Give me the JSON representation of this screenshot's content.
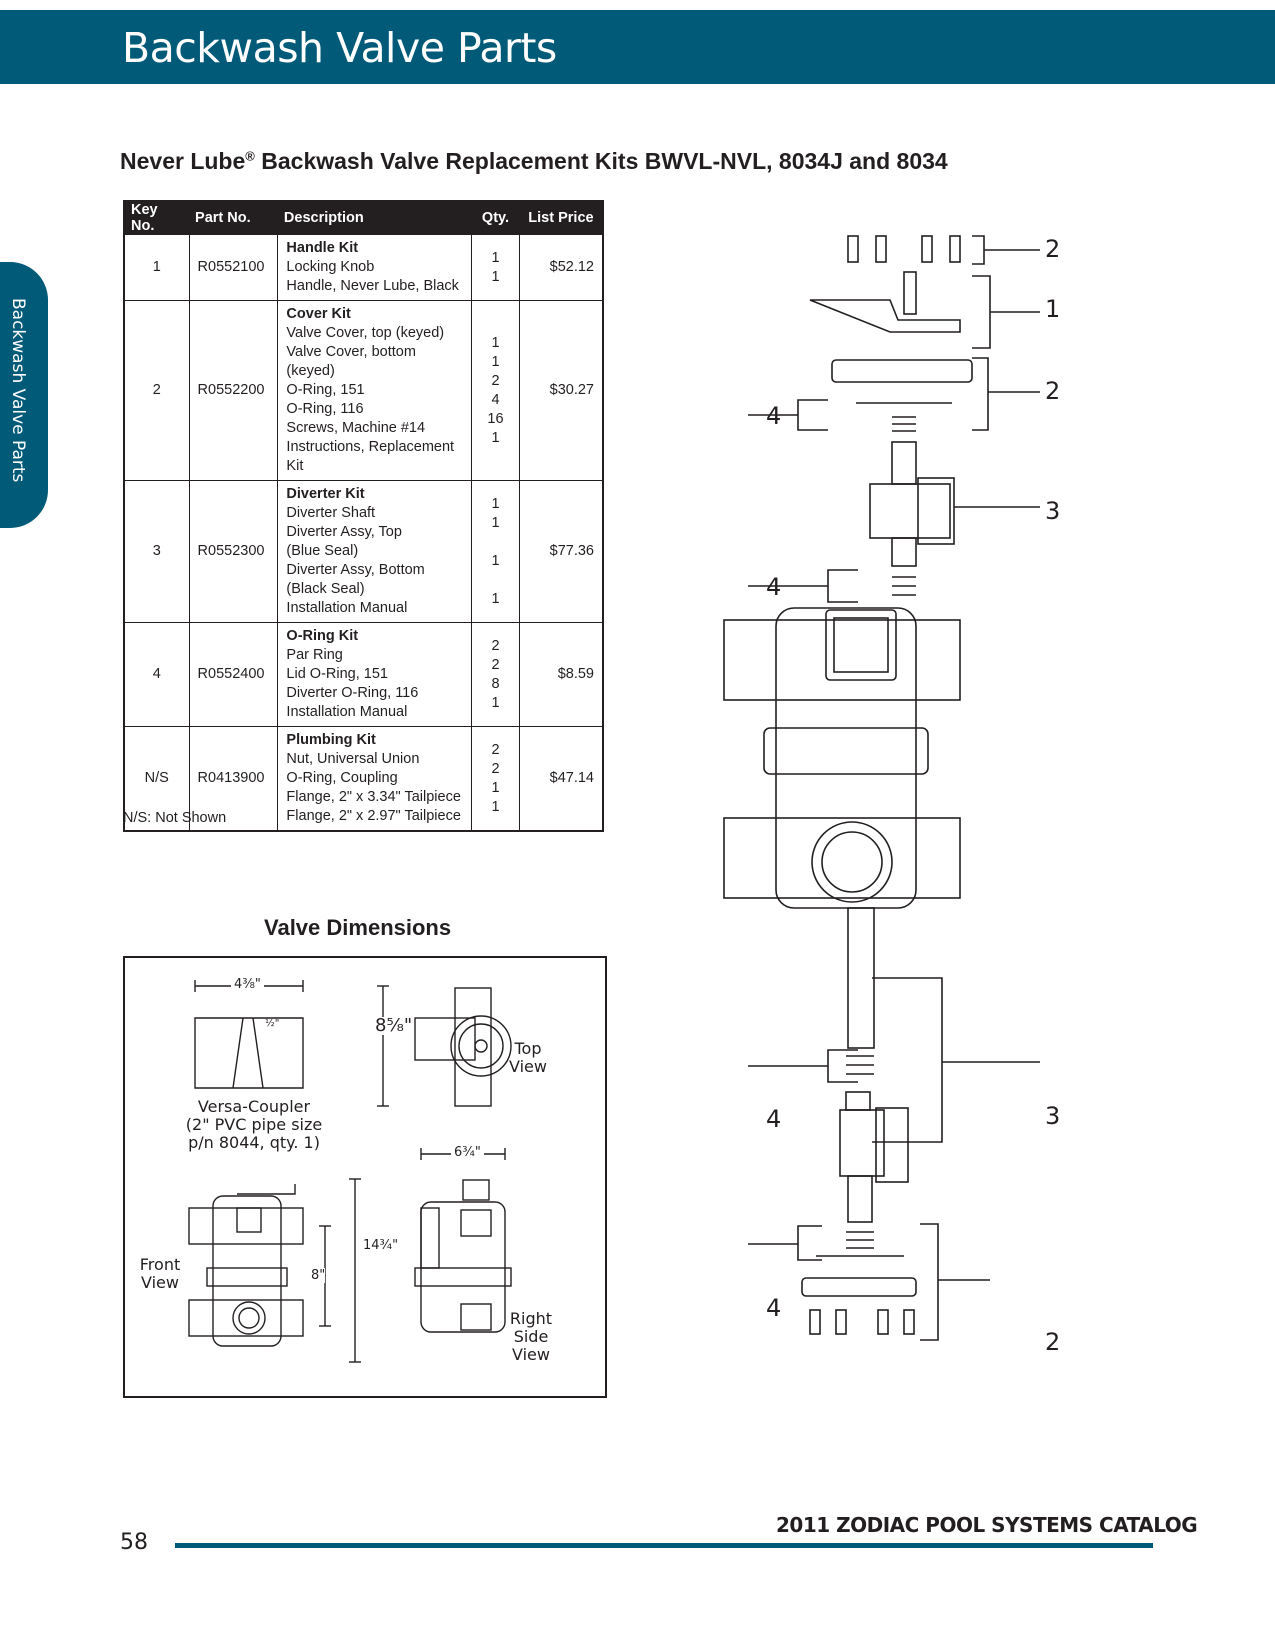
{
  "header": {
    "title": "Backwash Valve Parts"
  },
  "side_tab": {
    "label": "Backwash Valve Parts"
  },
  "section": {
    "title": "Never Lube",
    "reg": "®",
    "title_rest": " Backwash Valve Replacement Kits BWVL-NVL, 8034J and 8034"
  },
  "table": {
    "headers": {
      "key": "Key No.",
      "part": "Part No.",
      "desc": "Description",
      "qty": "Qty.",
      "price": "List Price"
    },
    "rows": [
      {
        "key": "1",
        "part": "R0552100",
        "name": "Handle Kit",
        "items": [
          "Locking Knob",
          "Handle, Never Lube, Black"
        ],
        "qty": [
          "1",
          "1"
        ],
        "price": "$52.12"
      },
      {
        "key": "2",
        "part": "R0552200",
        "name": "Cover Kit",
        "items": [
          "Valve Cover, top (keyed)",
          "Valve Cover, bottom (keyed)",
          "O-Ring, 151",
          "O-Ring, 116",
          "Screws, Machine #14",
          "Instructions, Replacement Kit"
        ],
        "qty": [
          "1",
          "1",
          "2",
          "4",
          "16",
          "1"
        ],
        "price": "$30.27"
      },
      {
        "key": "3",
        "part": "R0552300",
        "name": "Diverter Kit",
        "items": [
          "Diverter Shaft",
          "Diverter Assy, Top",
          "(Blue Seal)",
          "Diverter Assy, Bottom",
          "(Black Seal)",
          "Installation Manual"
        ],
        "qty": [
          "1",
          "1",
          "",
          "1",
          "",
          "1"
        ],
        "price": "$77.36"
      },
      {
        "key": "4",
        "part": "R0552400",
        "name": "O-Ring Kit",
        "items": [
          "Par Ring",
          "Lid O-Ring, 151",
          "Diverter O-Ring, 116",
          "Installation Manual"
        ],
        "qty": [
          "2",
          "2",
          "8",
          "1"
        ],
        "price": "$8.59"
      },
      {
        "key": "N/S",
        "part": "R0413900",
        "name": "Plumbing Kit",
        "items": [
          "Nut, Universal Union",
          "O-Ring, Coupling",
          "Flange, 2\" x 3.34\" Tailpiece",
          "Flange, 2\" x 2.97\" Tailpiece"
        ],
        "qty": [
          "2",
          "2",
          "1",
          "1"
        ],
        "price": "$47.14"
      }
    ]
  },
  "note": "N/S: Not Shown",
  "dimensions": {
    "title": "Valve Dimensions",
    "coupler_width": "4⅜\"",
    "coupler_half": "½\"",
    "coupler_label": [
      "Versa-Coupler",
      "(2\" PVC pipe size",
      "p/n 8044, qty. 1)"
    ],
    "top_height": "8⁵⁄₈\"",
    "top_label": [
      "Top",
      "View"
    ],
    "side_width": "6¾\"",
    "front_label": [
      "Front",
      "View"
    ],
    "front_inner": "8\"",
    "front_total": "14¾\"",
    "side_label": [
      "Right",
      "Side",
      "View"
    ]
  },
  "callouts": [
    "2",
    "1",
    "2",
    "4",
    "3",
    "4",
    "4",
    "3",
    "4",
    "2"
  ],
  "footer": {
    "page": "58",
    "catalog": "2011 ZODIAC POOL SYSTEMS CATALOG"
  },
  "colors": {
    "brand": "#005a78",
    "ink": "#231f20"
  }
}
